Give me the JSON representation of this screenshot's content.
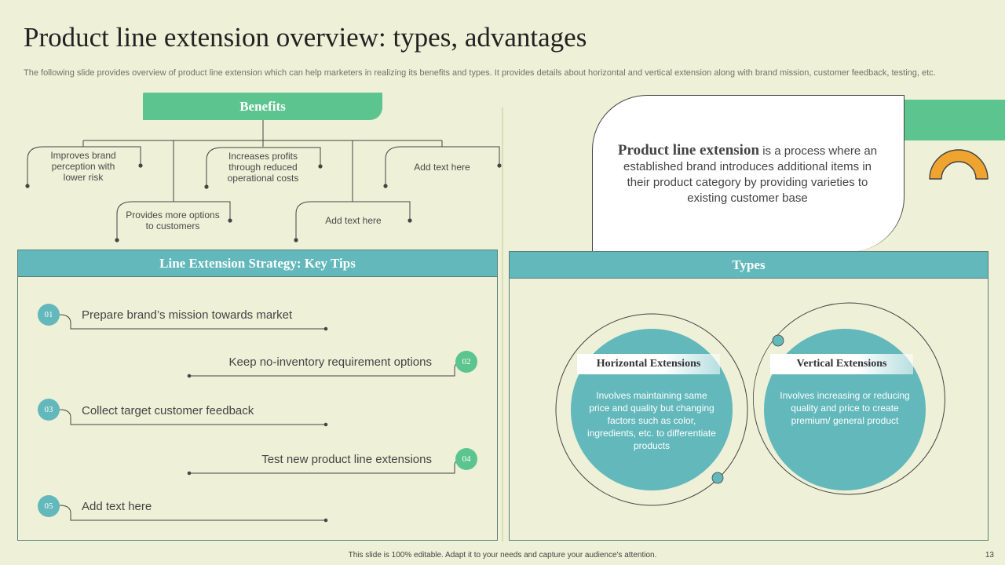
{
  "header": {
    "title": "Product line extension overview: types, advantages",
    "subtitle": "The following slide provides overview of product line extension which can help marketers in realizing its benefits and types. It provides details about horizontal and vertical extension along with brand mission, customer feedback, testing, etc."
  },
  "benefits": {
    "title": "Benefits",
    "items": [
      "Improves brand perception with lower risk",
      "Increases profits through reduced operational costs",
      "Add text here",
      "Provides more options to customers",
      "Add text here"
    ]
  },
  "definition": {
    "term": "Product line extension",
    "text": " is a process where an established brand introduces additional items in their product category by providing varieties to existing customer base"
  },
  "tips": {
    "title": "Line Extension Strategy: Key Tips",
    "items": [
      {
        "num": "01",
        "text": "Prepare brand’s mission towards market"
      },
      {
        "num": "02",
        "text": "Keep no-inventory requirement options"
      },
      {
        "num": "03",
        "text": "Collect target customer feedback"
      },
      {
        "num": "04",
        "text": "Test new product line extensions"
      },
      {
        "num": "05",
        "text": "Add text here"
      }
    ]
  },
  "types": {
    "title": "Types",
    "items": [
      {
        "label": "Horizontal Extensions",
        "text": "Involves maintaining same price and quality but changing factors such as color, ingredients, etc. to differentiate products"
      },
      {
        "label": "Vertical Extensions",
        "text": "Involves increasing or reducing quality and price to create premium/ general product"
      }
    ]
  },
  "footer": {
    "text": "This slide is 100% editable. Adapt it to your needs and capture your audience's attention.",
    "page": "13"
  },
  "colors": {
    "background": "#eef0d7",
    "green": "#5cc58f",
    "teal": "#62b8bb",
    "orange": "#f0a430"
  },
  "icons": [
    "arc-icon"
  ]
}
